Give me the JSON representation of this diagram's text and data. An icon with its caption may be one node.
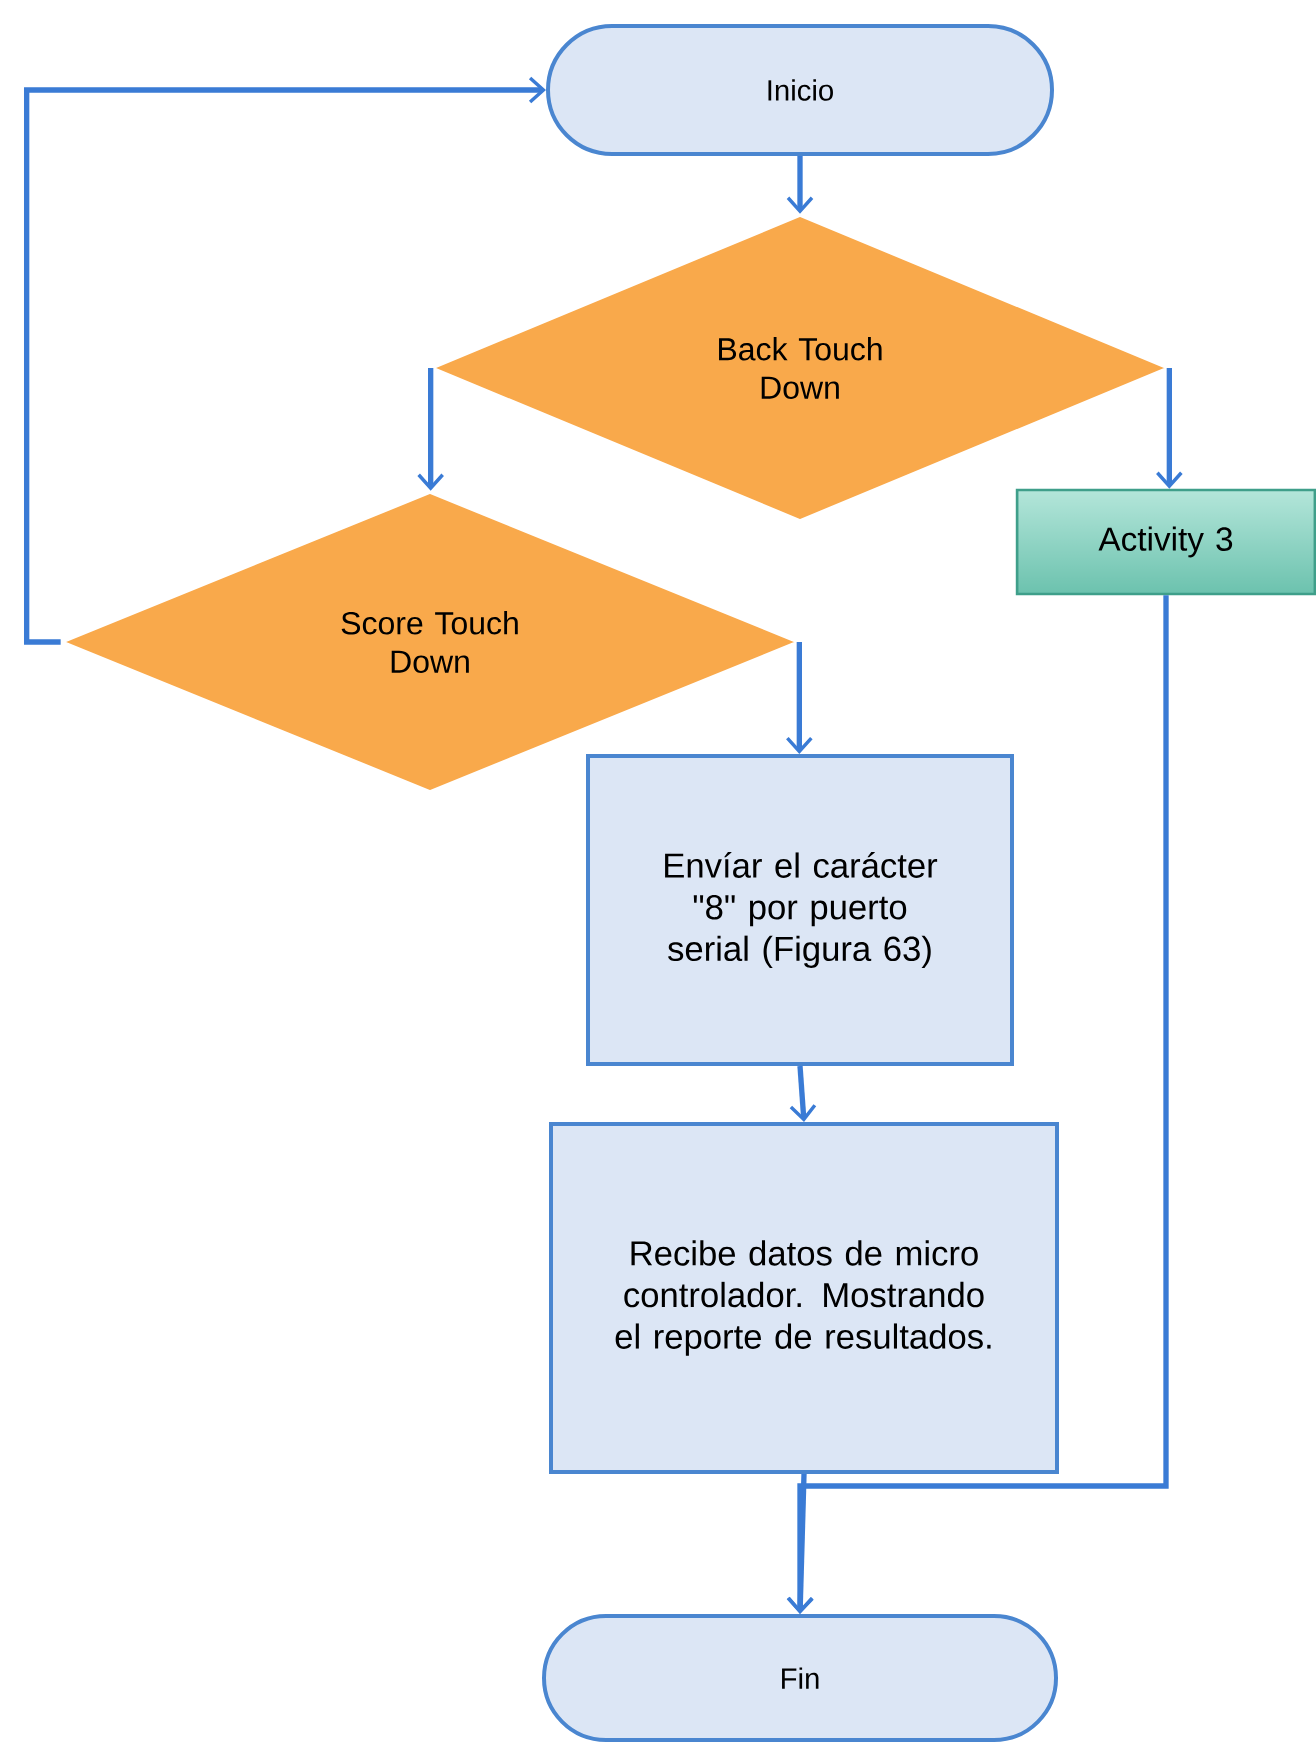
{
  "diagram": {
    "nodes": [
      {
        "text": [
          "Inicio"
        ]
      },
      {
        "text": [
          "Back Touch Down"
        ]
      },
      {
        "text": [
          "Score Touch Down"
        ]
      },
      {
        "text": [
          "Activity 3"
        ]
      },
      {
        "text": [
          "Envíar el carácter \"8\" por puerto serial (Figura 63)"
        ]
      },
      {
        "text": [
          "Recibe datos de micro controlador. Mostrando el reporte de resultados."
        ]
      },
      {
        "text": [
          "Fin"
        ]
      }
    ],
    "edges": [
      {
        "from": 0,
        "to": 1,
        "arrow": "to"
      },
      {
        "from": 1,
        "to": 2,
        "arrow": "to"
      },
      {
        "from": 1,
        "to": 3,
        "arrow": "to"
      },
      {
        "from": 2,
        "to": 0,
        "arrow": "to"
      },
      {
        "from": 2,
        "to": 4,
        "arrow": "to"
      },
      {
        "from": 4,
        "to": 5,
        "arrow": "to"
      },
      {
        "from": 5,
        "to": 6,
        "arrow": "to"
      },
      {
        "from": 3,
        "to": 6,
        "arrow": "to"
      }
    ]
  }
}
